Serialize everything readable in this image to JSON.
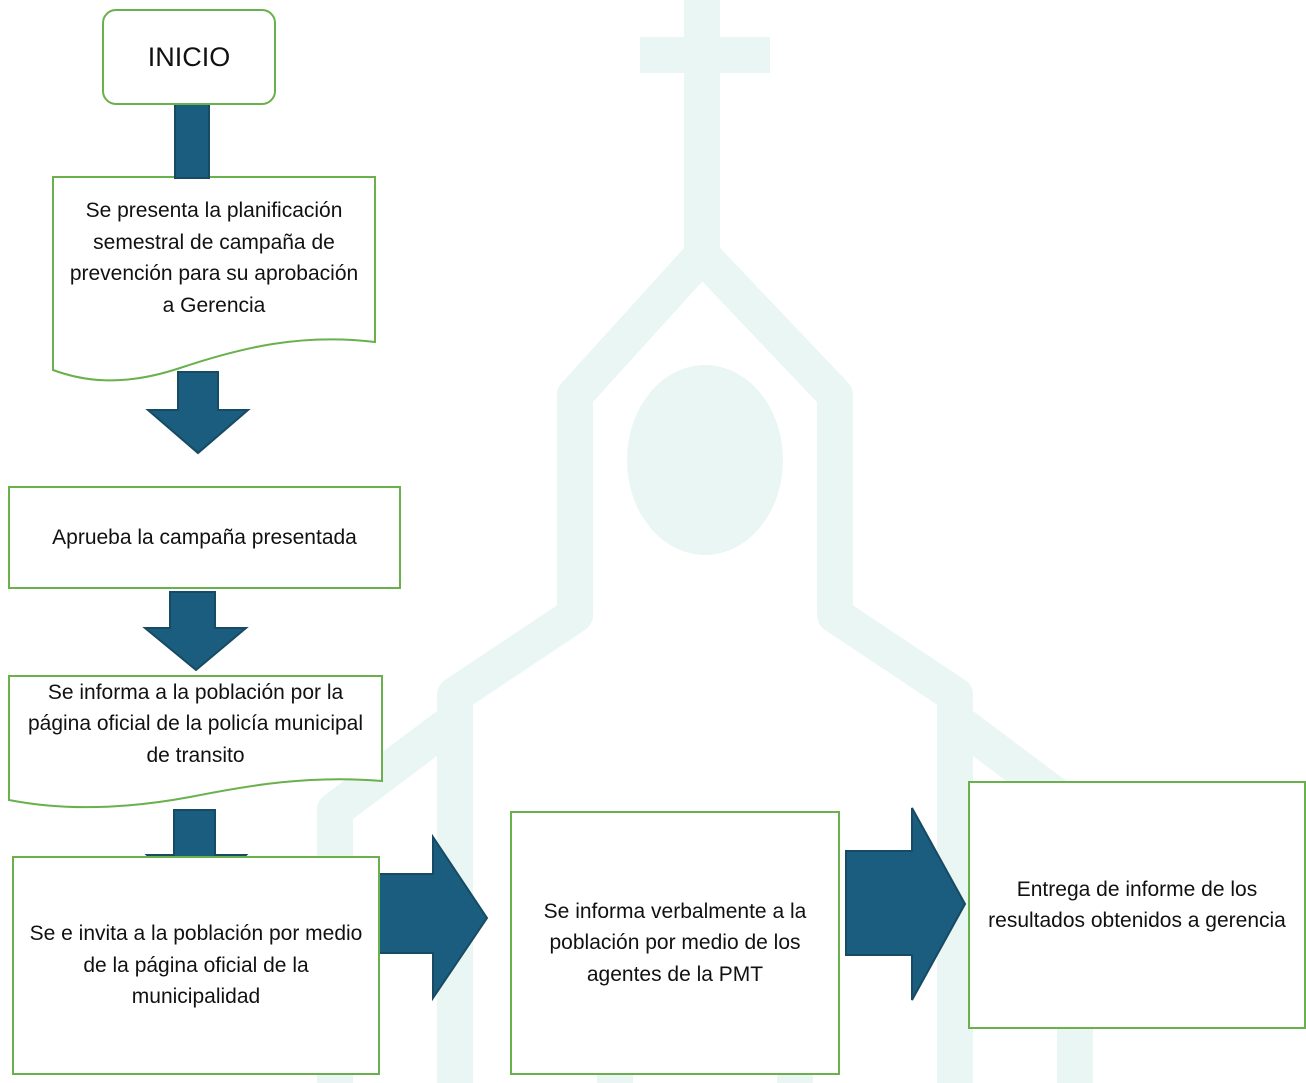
{
  "colors": {
    "node_border": "#6ab04c",
    "arrow_fill": "#1a5d7e",
    "arrow_stroke": "#174a63",
    "watermark": "#e9f6f3"
  },
  "watermark": {
    "icon": "church-icon"
  },
  "nodes": {
    "start": "INICIO",
    "step1": "Se presenta la planificación semestral de campaña de prevención para su aprobación a Gerencia",
    "step2": "Aprueba la campaña presentada",
    "step3": "Se informa a la población por la página oficial de la policía municipal de transito",
    "step4": "Se e invita a la población por medio de la página oficial de la municipalidad",
    "step5": "Se informa verbalmente a la población por medio de los agentes de la PMT",
    "step6": "Entrega de informe de los resultados obtenidos a gerencia"
  }
}
